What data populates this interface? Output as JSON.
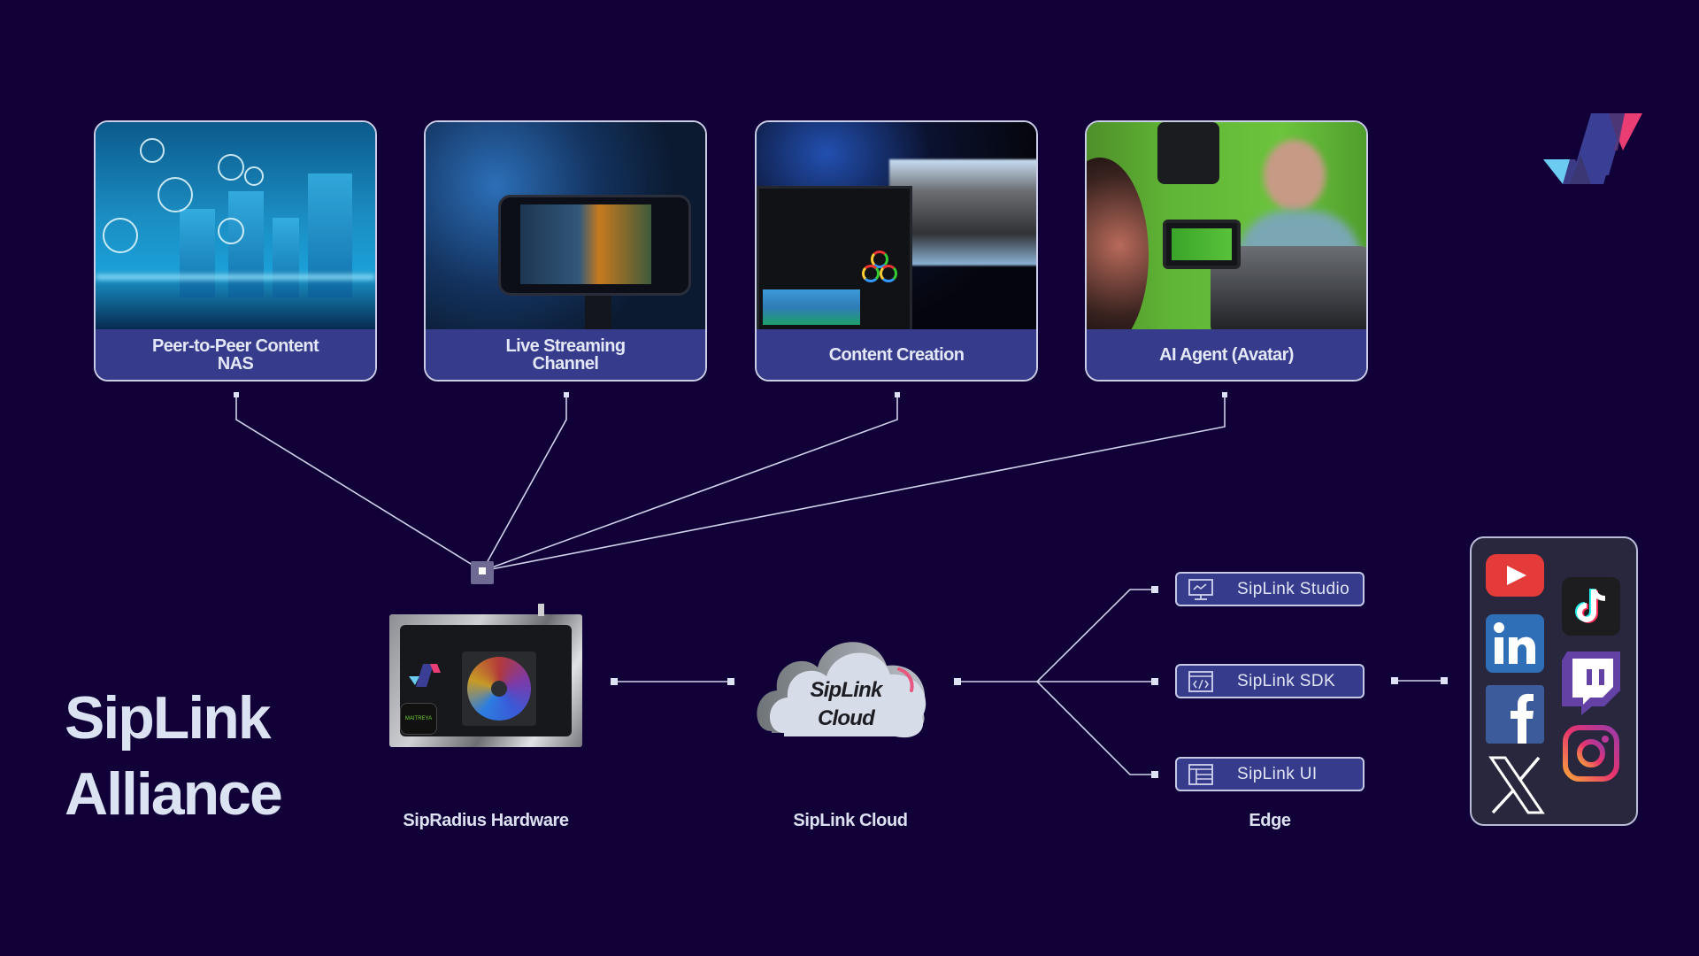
{
  "colors": {
    "background": "#100037",
    "card_caption": "#363b8c",
    "wire": "#cfd3ea",
    "accent_pink": "#e93d73",
    "accent_cyan": "#6ccbf0",
    "accent_indigo": "#3a3f95"
  },
  "title": {
    "line1": "SipLink",
    "line2": "Alliance"
  },
  "use_cases": [
    {
      "label": "Peer-to-Peer Content\nNAS",
      "image": "network-city-photo"
    },
    {
      "label": "Live Streaming\nChannel",
      "image": "phone-streaming-photo"
    },
    {
      "label": "Content Creation",
      "image": "video-editing-photo"
    },
    {
      "label": "AI Agent (Avatar)",
      "image": "green-screen-camera-photo"
    }
  ],
  "pipeline": {
    "hardware": {
      "label": "SipRadius Hardware",
      "badge": "MAITREYA"
    },
    "cloud": {
      "inner_text": "SipLink\nCloud",
      "label": "SipLink Cloud"
    },
    "edge": {
      "label": "Edge",
      "items": [
        {
          "label": "SipLink Studio",
          "icon": "monitor-chart-icon"
        },
        {
          "label": "SipLink SDK",
          "icon": "code-window-icon"
        },
        {
          "label": "SipLink UI",
          "icon": "layout-window-icon"
        }
      ]
    },
    "platforms": [
      "YouTube",
      "TikTok",
      "LinkedIn",
      "Twitch",
      "Facebook",
      "Instagram",
      "X"
    ]
  }
}
